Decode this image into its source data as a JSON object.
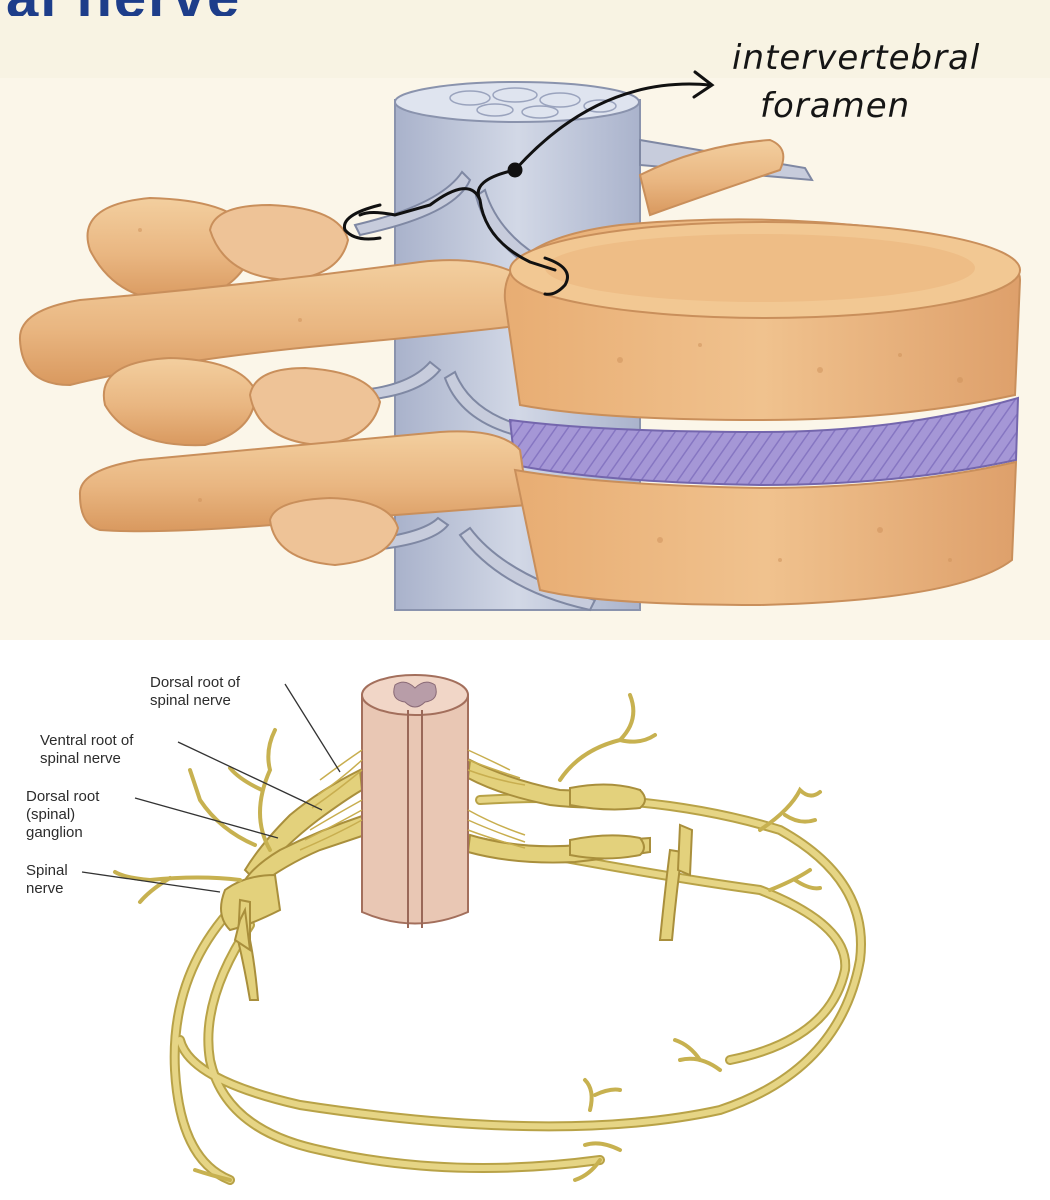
{
  "top_diagram": {
    "heading_fragment": "al nerve",
    "handwritten_label": {
      "line1": "intervertebral",
      "line2": "foramen"
    },
    "colors": {
      "bone": "#ecbd8d",
      "bone_shadow": "#d79c66",
      "spinal_cord": "#bcc4d9",
      "disc": "#9c8ed0",
      "background": "#fbf6e9"
    }
  },
  "bottom_diagram": {
    "labels": {
      "dorsal_root": "Dorsal root of\nspinal nerve",
      "ventral_root": "Ventral root of\nspinal nerve",
      "ganglion": "Dorsal root\n(spinal)\nganglion",
      "spinal_nerve": "Spinal\nnerve"
    },
    "colors": {
      "nerve": "#e3d17c",
      "nerve_outline": "#b8a247",
      "cord": "#e9c7b4"
    }
  }
}
